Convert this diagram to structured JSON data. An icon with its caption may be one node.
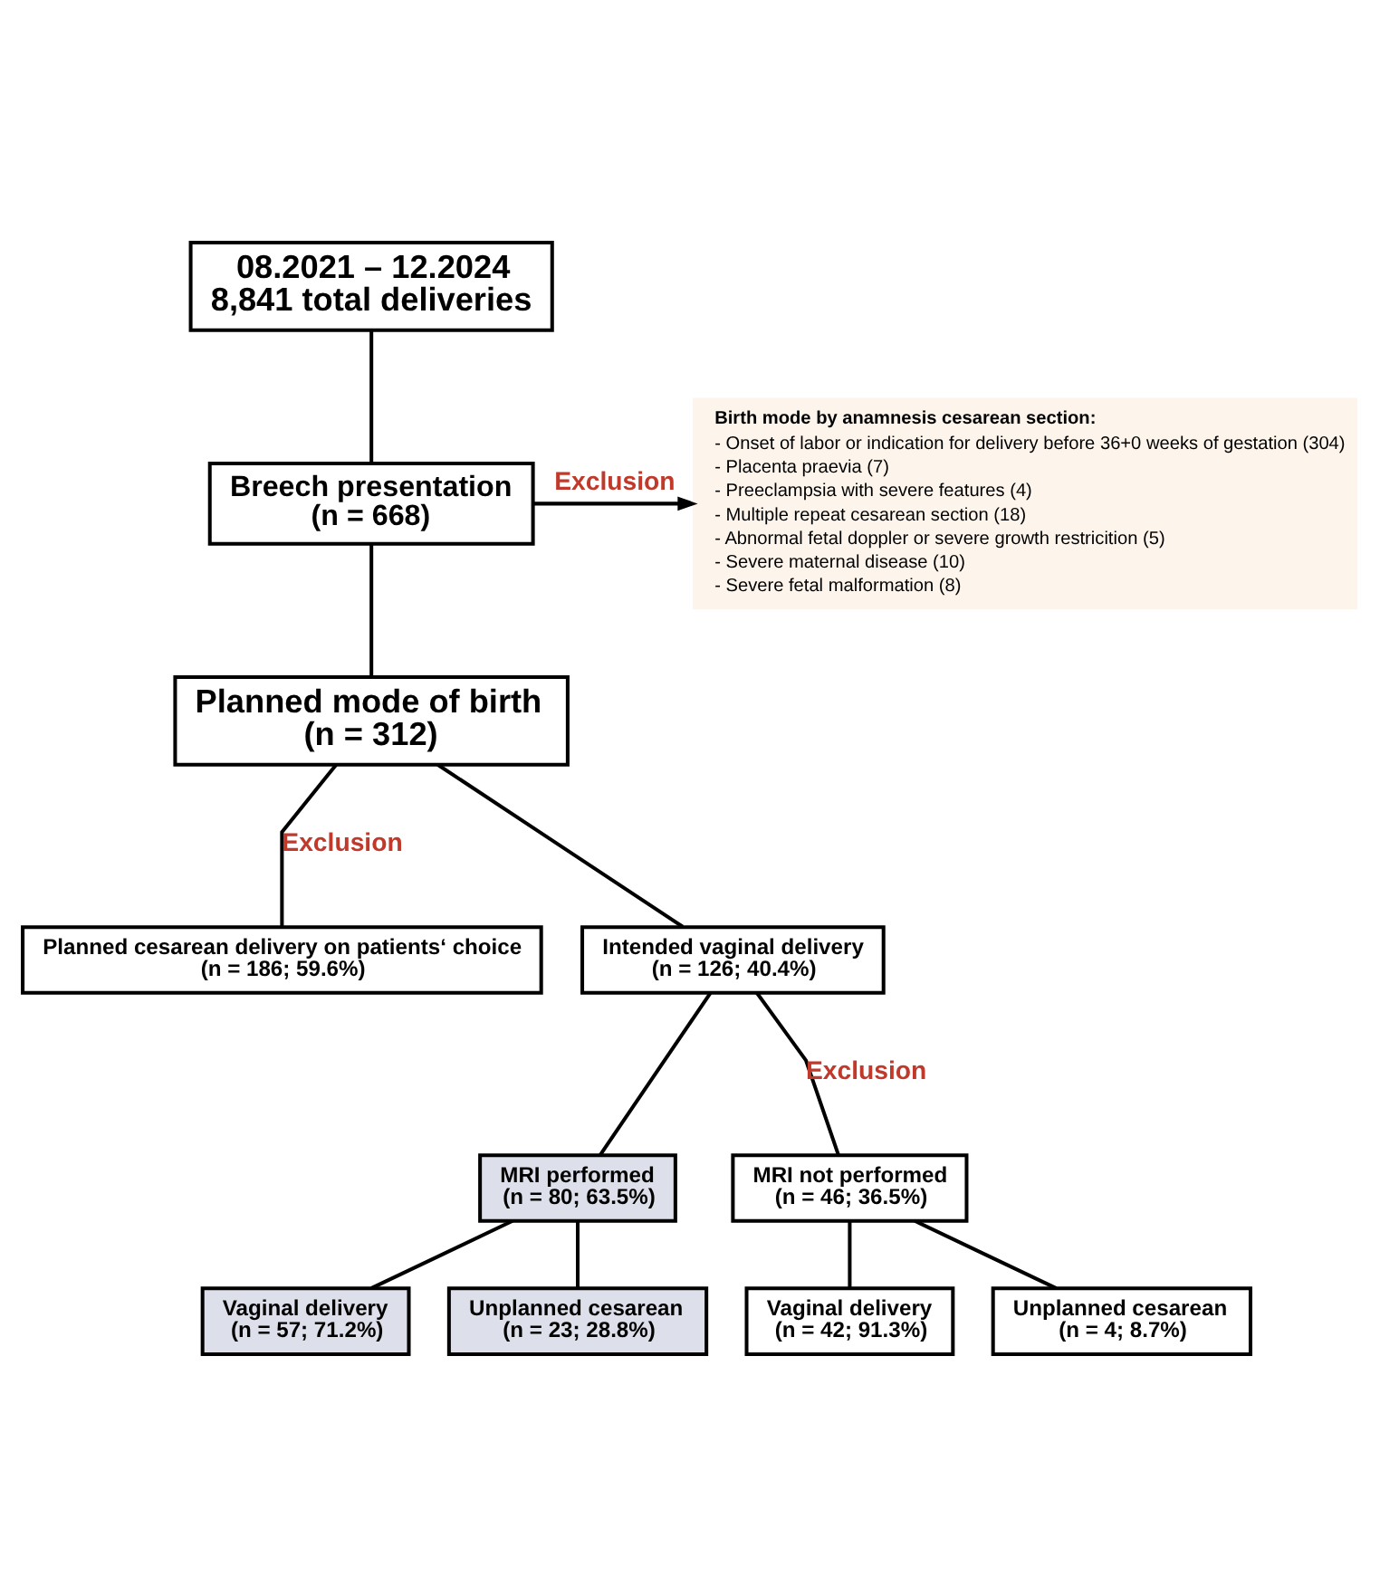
{
  "diagram": {
    "nodes": [
      {
        "text": [
          "08.2021 – 12.2024",
          "8,841 total deliveries"
        ]
      },
      {
        "text": [
          "Breech presentation",
          "(n = 668)"
        ]
      },
      {
        "text": [
          "Birth mode by anamnesis cesarean section:",
          "- Onset of labor or indication for delivery before 36+0 weeks of gestation (304)",
          "- Placenta praevia (7)",
          "- Preeclampsia with severe features (4)",
          "- Multiple repeat cesarean section (18)",
          "- Abnormal fetal doppler or severe growth restricition (5)",
          "- Severe maternal disease (10)",
          "- Severe fetal malformation (8)"
        ]
      },
      {
        "text": [
          "Planned mode of birth",
          "(n = 312)"
        ]
      },
      {
        "text": [
          "Planned cesarean delivery on patients‘ choice",
          "(n = 186; 59.6%)"
        ]
      },
      {
        "text": [
          "Intended vaginal delivery",
          "(n = 126; 40.4%)"
        ]
      },
      {
        "text": [
          "MRI performed",
          "(n = 80; 63.5%)"
        ]
      },
      {
        "text": [
          "MRI not performed",
          "(n = 46; 36.5%)"
        ]
      },
      {
        "text": [
          "Vaginal delivery",
          "(n = 57; 71.2%)"
        ]
      },
      {
        "text": [
          "Unplanned cesarean",
          "(n = 23; 28.8%)"
        ]
      },
      {
        "text": [
          "Vaginal delivery",
          "(n = 42; 91.3%)"
        ]
      },
      {
        "text": [
          "Unplanned cesarean",
          "(n = 4; 8.7%)"
        ]
      }
    ],
    "edges": [
      {
        "from": 0,
        "to": 1,
        "arrow": "none"
      },
      {
        "from": 1,
        "to": 3,
        "arrow": "none"
      },
      {
        "from": 1,
        "to": 2,
        "arrow": "to",
        "label": "Exclusion"
      },
      {
        "from": 3,
        "to": 4,
        "arrow": "none",
        "label": "Exclusion"
      },
      {
        "from": 3,
        "to": 5,
        "arrow": "none"
      },
      {
        "from": 5,
        "to": 6,
        "arrow": "none"
      },
      {
        "from": 5,
        "to": 7,
        "arrow": "none",
        "label": "Exclusion"
      },
      {
        "from": 6,
        "to": 8,
        "arrow": "none"
      },
      {
        "from": 6,
        "to": 9,
        "arrow": "none"
      },
      {
        "from": 7,
        "to": 10,
        "arrow": "none"
      },
      {
        "from": 7,
        "to": 11,
        "arrow": "none"
      }
    ]
  }
}
